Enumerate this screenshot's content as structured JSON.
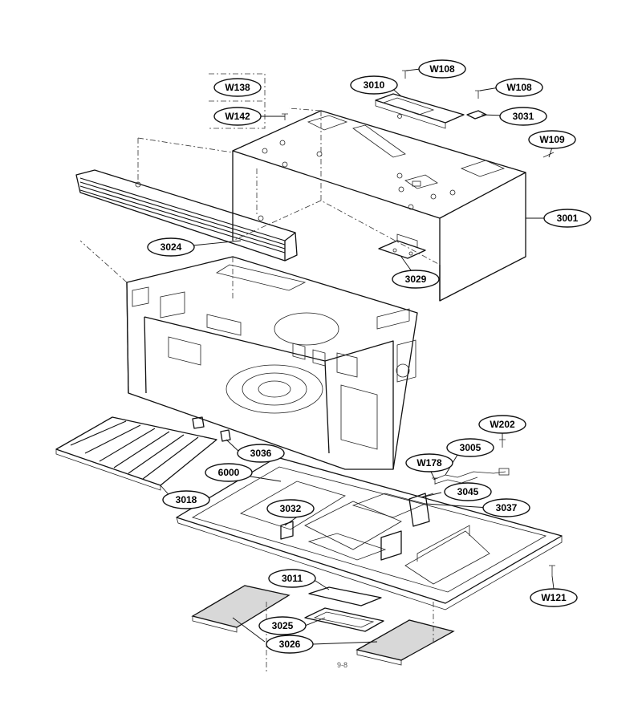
{
  "callouts": {
    "w138": "W138",
    "w142": "W142",
    "p3010": "3010",
    "w108a": "W108",
    "w108b": "W108",
    "p3031": "3031",
    "w109": "W109",
    "p3001": "3001",
    "p3024": "3024",
    "p3029": "3029",
    "p3036": "3036",
    "w202": "W202",
    "p3005": "3005",
    "w178": "W178",
    "p6000": "6000",
    "p3045": "3045",
    "p3018": "3018",
    "p3032": "3032",
    "p3037": "3037",
    "p3011": "3011",
    "w121": "W121",
    "p3025": "3025",
    "p3026": "3026"
  },
  "page_mark": "9-8"
}
